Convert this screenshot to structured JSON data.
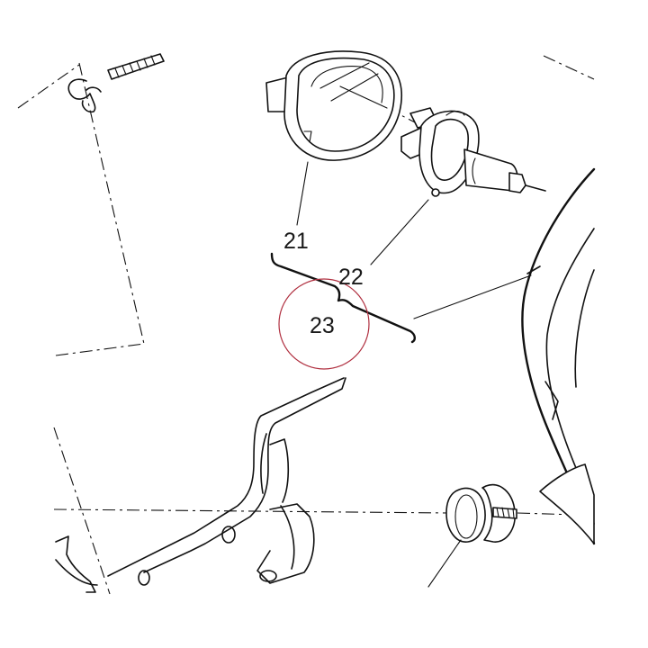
{
  "callouts": {
    "reflector_ring": "21",
    "bulb": "22",
    "headlamp_unit": "23"
  },
  "colors": {
    "line": "#111111",
    "highlight_circle": "#b03040",
    "background": "#ffffff"
  }
}
